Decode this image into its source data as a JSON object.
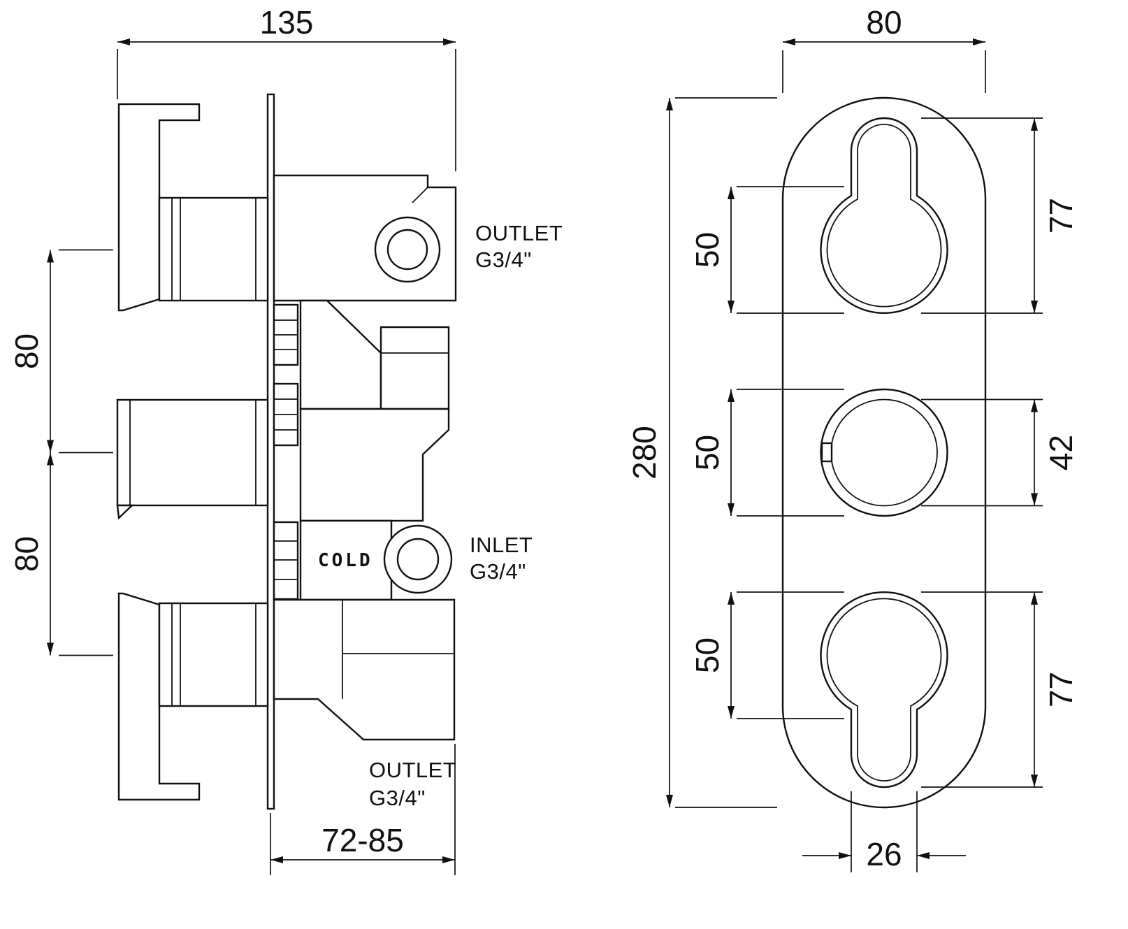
{
  "page": {
    "background": "#ffffff",
    "line_color": "#111111"
  },
  "side_view": {
    "dims": {
      "width_top": "135",
      "handle_spacing_upper": "80",
      "handle_spacing_lower": "80",
      "depth_range": "72-85"
    },
    "ports": {
      "outlet_top": {
        "line1": "OUTLET",
        "line2": "G3/4\""
      },
      "inlet": {
        "line1": "INLET",
        "line2": "G3/4\""
      },
      "outlet_bottom": {
        "line1": "OUTLET",
        "line2": "G3/4\""
      }
    },
    "cold_marking": "COLD"
  },
  "front_view": {
    "dims": {
      "plate_width": "80",
      "plate_height": "280",
      "top_handle_height": "77",
      "top_knob_diameter": "50",
      "middle_knob_diameter": "50",
      "middle_knob_inner": "42",
      "bottom_knob_diameter": "50",
      "bottom_handle_height": "77",
      "stem_width": "26"
    }
  }
}
